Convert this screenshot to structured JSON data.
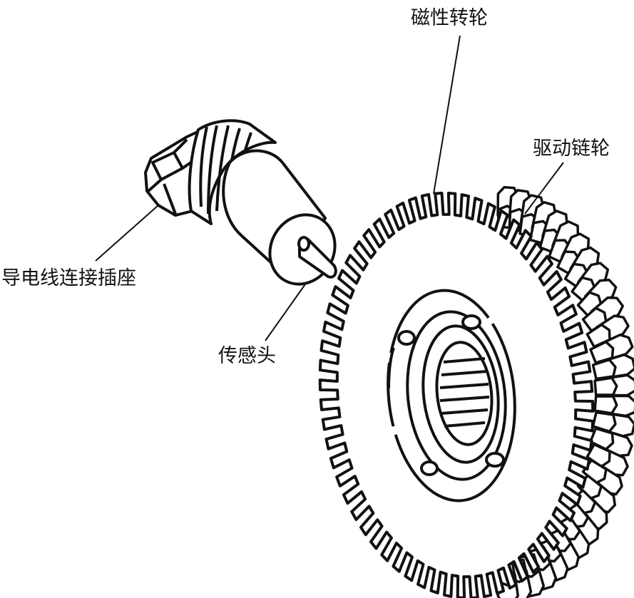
{
  "labels": {
    "magnetic_wheel": "磁性转轮",
    "drive_sprocket": "驱动链轮",
    "connector_socket": "导电线连接插座",
    "sensor_head": "传感头"
  },
  "colors": {
    "ink": "#111111",
    "paper": "#ffffff"
  }
}
